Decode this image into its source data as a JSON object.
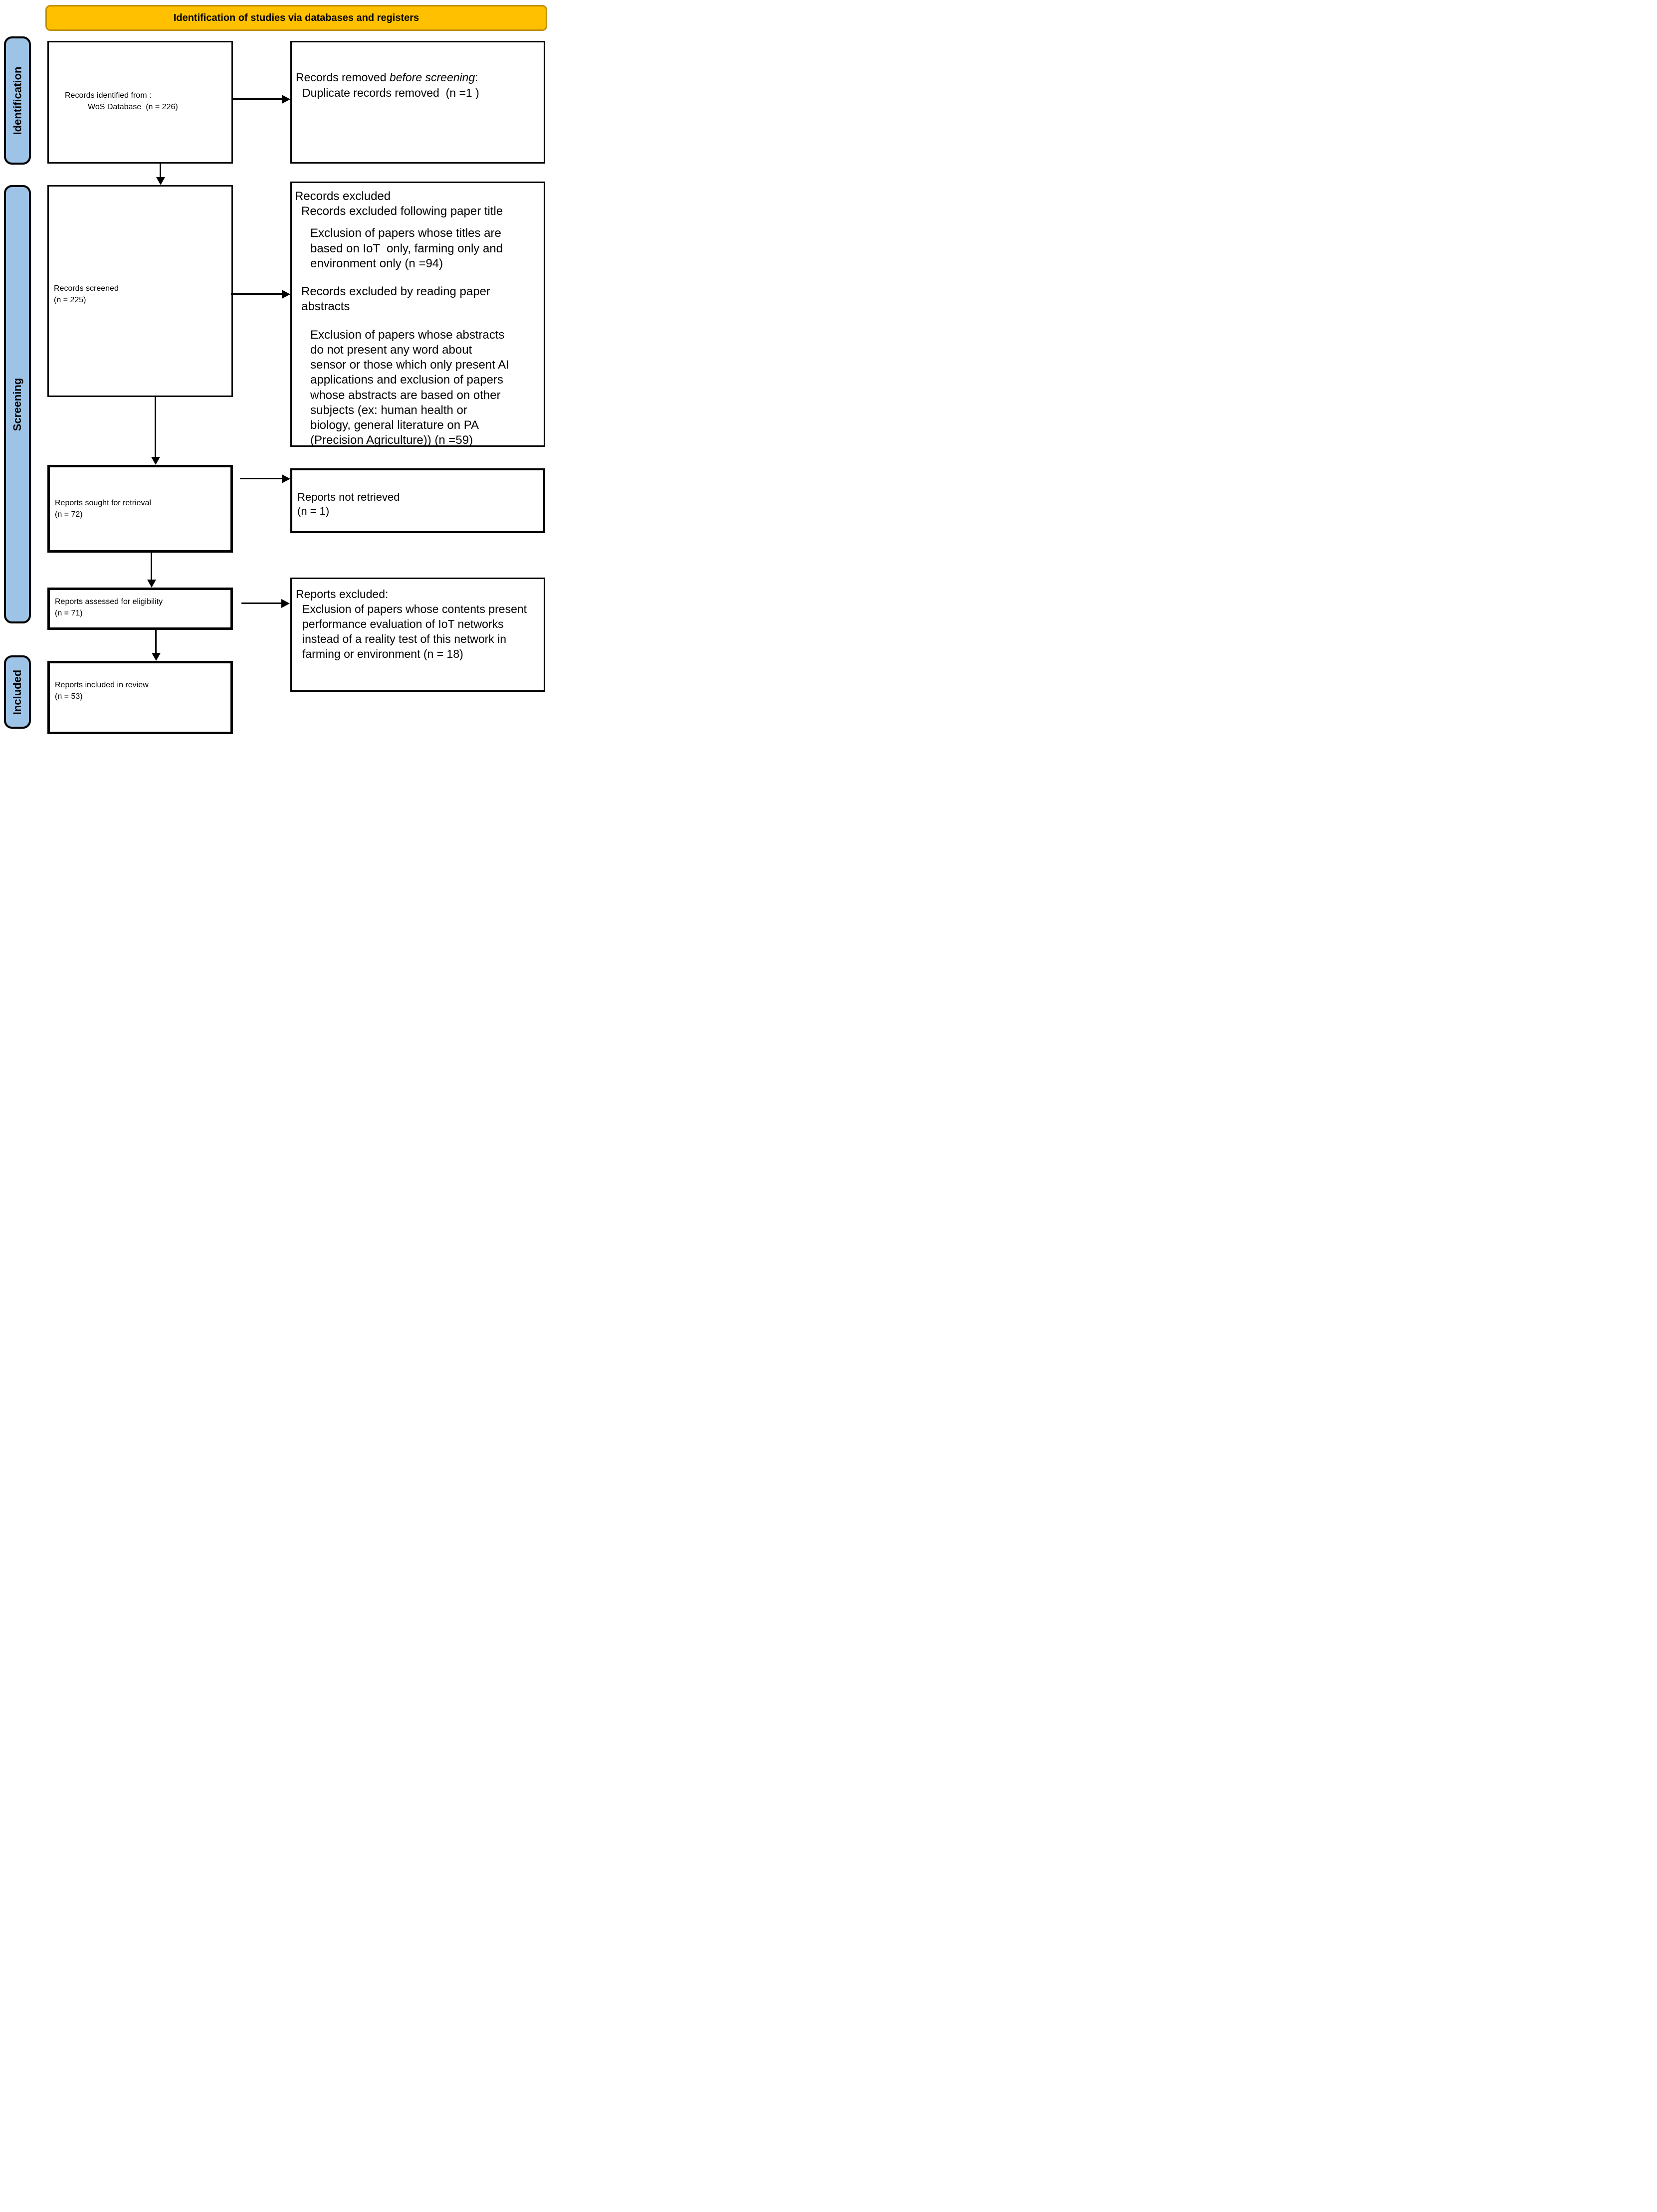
{
  "colors": {
    "banner_fill": "#FFC000",
    "banner_border": "#BF9000",
    "stage_fill": "#9DC3E6",
    "box_border": "#000000",
    "background": "#FFFFFF"
  },
  "banner": {
    "title": "Identification of studies via databases and registers"
  },
  "stages": {
    "identification": "Identification",
    "screening": "Screening",
    "included": "Included"
  },
  "flow": {
    "identified": {
      "line1": "Records identified from :",
      "line2": "WoS Database  (n = 226)"
    },
    "removed_before_screening": {
      "line1_prefix": "Records removed ",
      "line1_italic": "before screening",
      "line1_suffix": ":",
      "line2": "Duplicate records removed  (n =1 )"
    },
    "screened": {
      "line1": "Records screened",
      "line2": "(n = 225)"
    },
    "records_excluded": {
      "title": "Records excluded",
      "by_title_label": "Records excluded following paper title",
      "by_title_detail": "Exclusion of papers whose titles are based on IoT  only, farming only and environment only (n =94)",
      "by_abstract_label": "Records excluded by reading paper abstracts",
      "by_abstract_detail": "Exclusion of papers whose abstracts do not present any word about sensor or those which only present AI applications and exclusion of papers whose abstracts are based on other subjects (ex: human health or biology, general literature on PA (Precision Agriculture)) (n =59)"
    },
    "sought": {
      "line1": "Reports sought for retrieval",
      "line2": "(n = 72)"
    },
    "not_retrieved": {
      "line1": "Reports not retrieved",
      "line2": "(n = 1)"
    },
    "assessed": {
      "line1": "Reports assessed for eligibility",
      "line2": "(n = 71)"
    },
    "reports_excluded": {
      "title": "Reports excluded:",
      "detail": "Exclusion of papers whose contents present performance evaluation of IoT networks instead of a reality test of this network in farming or environment (n = 18)"
    },
    "included_in_review": {
      "line1": "Reports included in review",
      "line2": "(n = 53)"
    }
  }
}
